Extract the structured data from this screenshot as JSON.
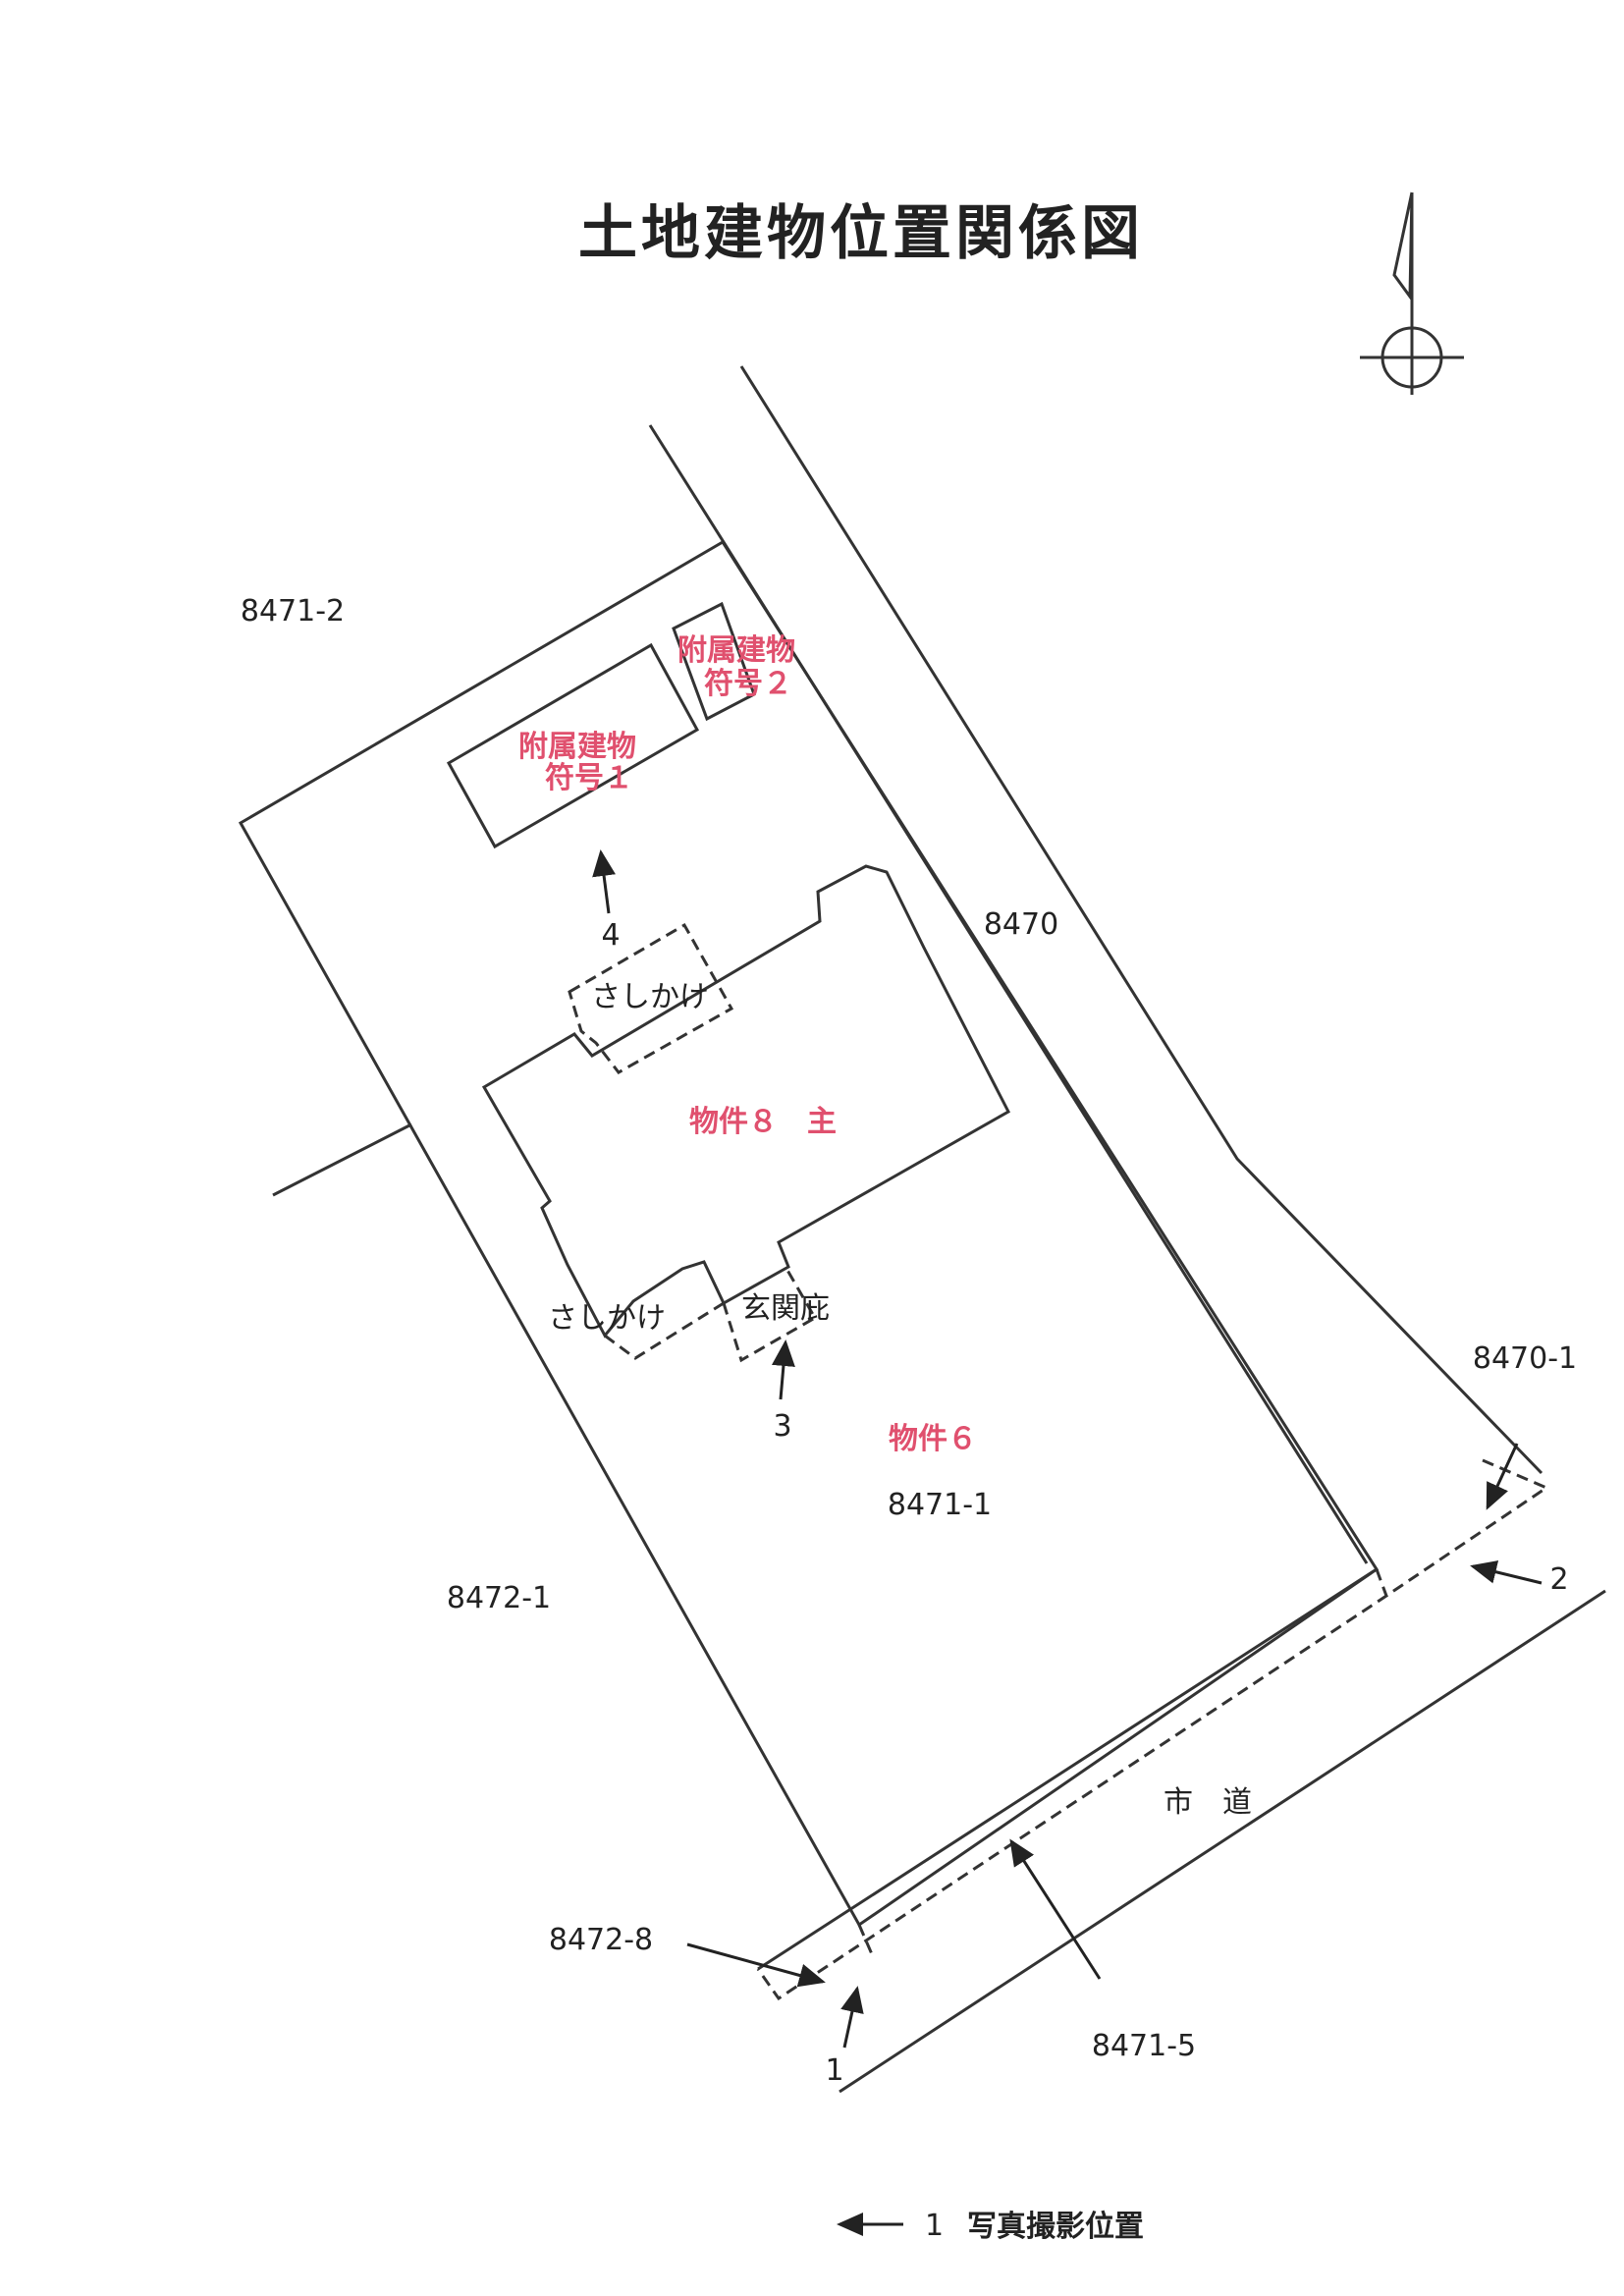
{
  "title": "土地建物位置関係図",
  "colors": {
    "line": "#333333",
    "text": "#222222",
    "property_label": "#e0506e"
  },
  "north_icon": "north-arrow-compass-icon",
  "parcels": {
    "p8471_2": "8471-2",
    "p8470": "8470",
    "p8470_1": "8470-1",
    "p8471_1": "8471-1",
    "p8472_1": "8472-1",
    "p8472_8": "8472-8",
    "p8471_5": "8471-5"
  },
  "buildings": {
    "annex1": {
      "line1": "附属建物",
      "line2": "符号１"
    },
    "annex2": {
      "line1": "附属建物",
      "line2": "符号２"
    },
    "main": "物件８　主",
    "property6": "物件６",
    "sashikake_top": "さしかけ",
    "sashikake_bottom": "さしかけ",
    "genkan": "玄関庇"
  },
  "road": "市　道",
  "photo_points": {
    "p1": "1",
    "p2": "2",
    "p3": "3",
    "p4": "4"
  },
  "legend": {
    "number": "1",
    "text": "写真撮影位置"
  }
}
